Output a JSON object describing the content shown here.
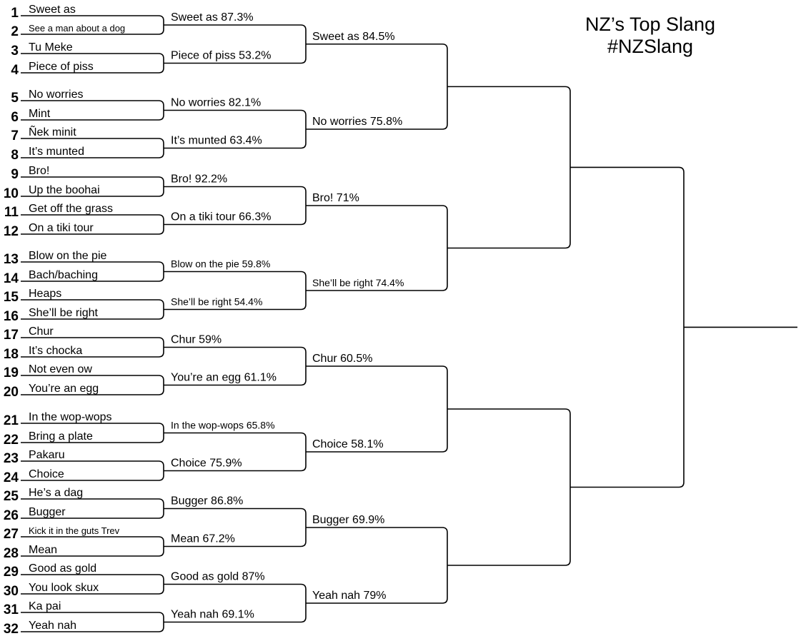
{
  "title": {
    "line1": "NZ’s Top Slang",
    "line2": "#NZSlang"
  },
  "entries": [
    {
      "seed": "1",
      "name": "Sweet as"
    },
    {
      "seed": "2",
      "name": "See a man about a dog"
    },
    {
      "seed": "3",
      "name": "Tu Meke"
    },
    {
      "seed": "4",
      "name": "Piece of piss"
    },
    {
      "seed": "5",
      "name": "No worries"
    },
    {
      "seed": "6",
      "name": "Mint"
    },
    {
      "seed": "7",
      "name": "Ñek minit"
    },
    {
      "seed": "8",
      "name": "It’s munted"
    },
    {
      "seed": "9",
      "name": "Bro!"
    },
    {
      "seed": "10",
      "name": "Up the boohai"
    },
    {
      "seed": "11",
      "name": "Get off the grass"
    },
    {
      "seed": "12",
      "name": "On a tiki tour"
    },
    {
      "seed": "13",
      "name": "Blow on the pie"
    },
    {
      "seed": "14",
      "name": "Bach/baching"
    },
    {
      "seed": "15",
      "name": "Heaps"
    },
    {
      "seed": "16",
      "name": "She’ll be right"
    },
    {
      "seed": "17",
      "name": "Chur"
    },
    {
      "seed": "18",
      "name": "It’s chocka"
    },
    {
      "seed": "19",
      "name": "Not even ow"
    },
    {
      "seed": "20",
      "name": "You’re an egg"
    },
    {
      "seed": "21",
      "name": "In the wop-wops"
    },
    {
      "seed": "22",
      "name": "Bring a plate"
    },
    {
      "seed": "23",
      "name": "Pakaru"
    },
    {
      "seed": "24",
      "name": "Choice"
    },
    {
      "seed": "25",
      "name": "He’s a dag"
    },
    {
      "seed": "26",
      "name": "Bugger"
    },
    {
      "seed": "27",
      "name": "Kick it in the guts Trev"
    },
    {
      "seed": "28",
      "name": "Mean"
    },
    {
      "seed": "29",
      "name": "Good as gold"
    },
    {
      "seed": "30",
      "name": "You look skux"
    },
    {
      "seed": "31",
      "name": "Ka pai"
    },
    {
      "seed": "32",
      "name": "Yeah nah"
    }
  ],
  "round2": [
    "Sweet as 87.3%",
    "Piece of piss 53.2%",
    "No worries 82.1%",
    "It’s munted 63.4%",
    "Bro! 92.2%",
    "On a tiki tour 66.3%",
    "Blow on the pie 59.8%",
    "She’ll be right 54.4%",
    "Chur 59%",
    "You’re an egg 61.1%",
    "In the wop-wops 65.8%",
    "Choice 75.9%",
    "Bugger 86.8%",
    "Mean 67.2%",
    "Good as gold 87%",
    "Yeah nah 69.1%"
  ],
  "round3": [
    "Sweet as 84.5%",
    "No worries 75.8%",
    "Bro! 71%",
    "She’ll be right 74.4%",
    "Chur 60.5%",
    "Choice 58.1%",
    "Bugger 69.9%",
    "Yeah nah 79%"
  ]
}
